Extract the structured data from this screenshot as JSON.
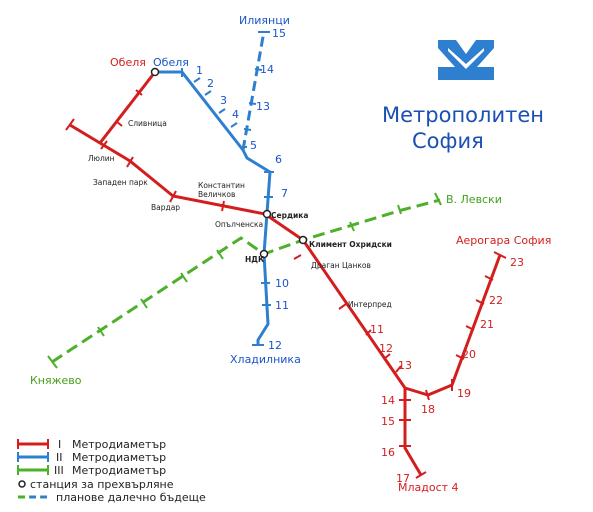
{
  "title": {
    "line1": "Метрополитен",
    "line2": "София",
    "logo": "metro-m-logo"
  },
  "colors": {
    "line1": "#d41e1e",
    "line2": "#2f7fd0",
    "line3": "#4cb02a",
    "title": "#1a4fb3",
    "logo": "#2f7fd0"
  },
  "termini": {
    "obelya_red": "Обеля",
    "obelya_blue": "Обеля",
    "iliyantsi": "Илиянци",
    "v_levski": "В. Левски",
    "aerogara": "Аерогара София",
    "knyazhevo": "Княжево",
    "hladilnika": "Хладилника",
    "mladost4": "Младост 4"
  },
  "stations": {
    "slivnitsa": "Сливница",
    "lyulin": "Люлин",
    "zapaden_park": "Западен парк",
    "vardar": "Вардар",
    "konstantin_1": "Константин",
    "konstantin_2": "Величков",
    "opalchenska": "Опълченска",
    "serdika": "Сердика",
    "kliment": "Климент Охридски",
    "ndk": "НДК",
    "dragan": "Драган Цанков",
    "interpred": "Интерпред"
  },
  "numbers": {
    "n1": "1",
    "n2": "2",
    "n3": "3",
    "n4": "4",
    "n5": "5",
    "n6": "6",
    "n7": "7",
    "n10": "10",
    "n11": "11",
    "n12": "12",
    "n13": "13",
    "n14": "14",
    "n15": "15",
    "r11": "11",
    "r12": "12",
    "r13": "13",
    "r14": "14",
    "r15": "15",
    "r16": "16",
    "r17": "17",
    "r18": "18",
    "r19": "19",
    "r20": "20",
    "r21": "21",
    "r22": "22",
    "r23": "23"
  },
  "legend": {
    "line1_num": "I",
    "line1": "Метродиаметър",
    "line2_num": "II",
    "line2": "Метродиаметър",
    "line3_num": "III",
    "line3": "Метродиаметър",
    "transfer": "станция за прехвърляне",
    "future": "планове далечно бъдеще"
  }
}
